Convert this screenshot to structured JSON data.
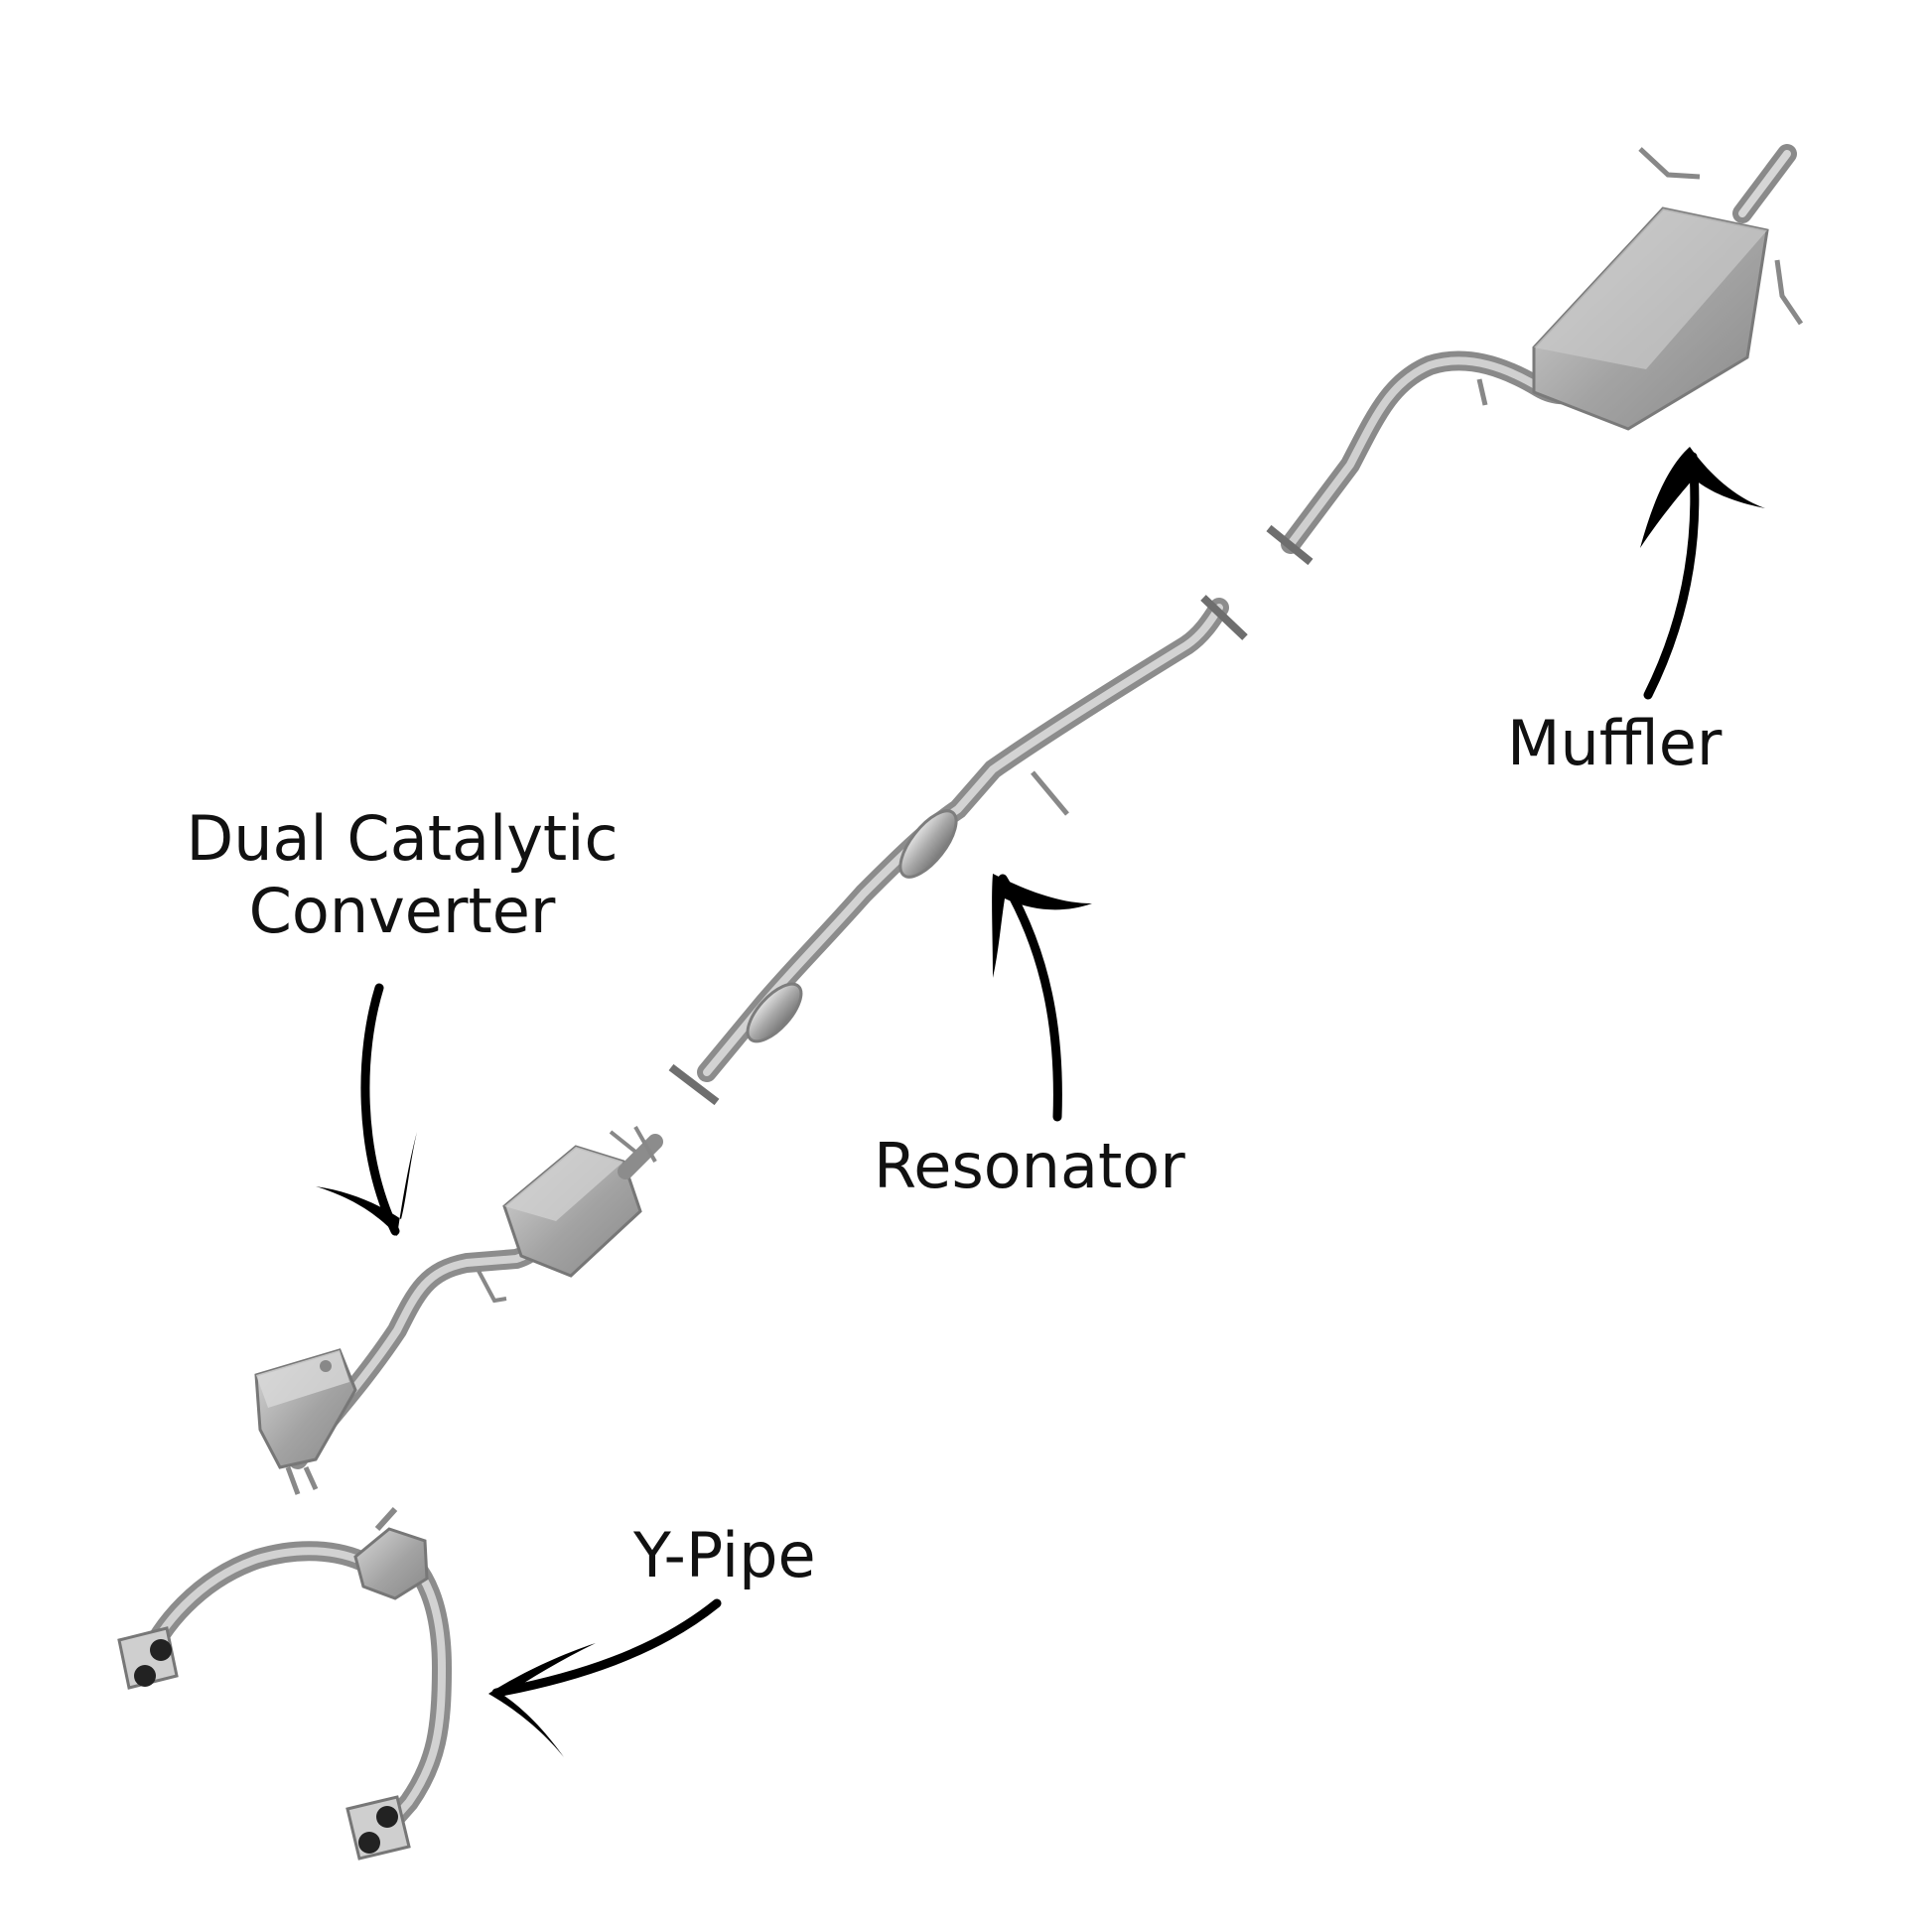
{
  "diagram": {
    "labels": {
      "muffler": "Muffler",
      "dual_catalytic_line1": "Dual Catalytic",
      "dual_catalytic_line2": "Converter",
      "resonator": "Resonator",
      "y_pipe": "Y-Pipe"
    },
    "colors": {
      "text": "#111111",
      "arrow": "#000000",
      "metal_light": "#d4d4d4",
      "metal_mid": "#a9a9a9",
      "metal_dark": "#7a7a7a",
      "background": "#ffffff"
    }
  }
}
